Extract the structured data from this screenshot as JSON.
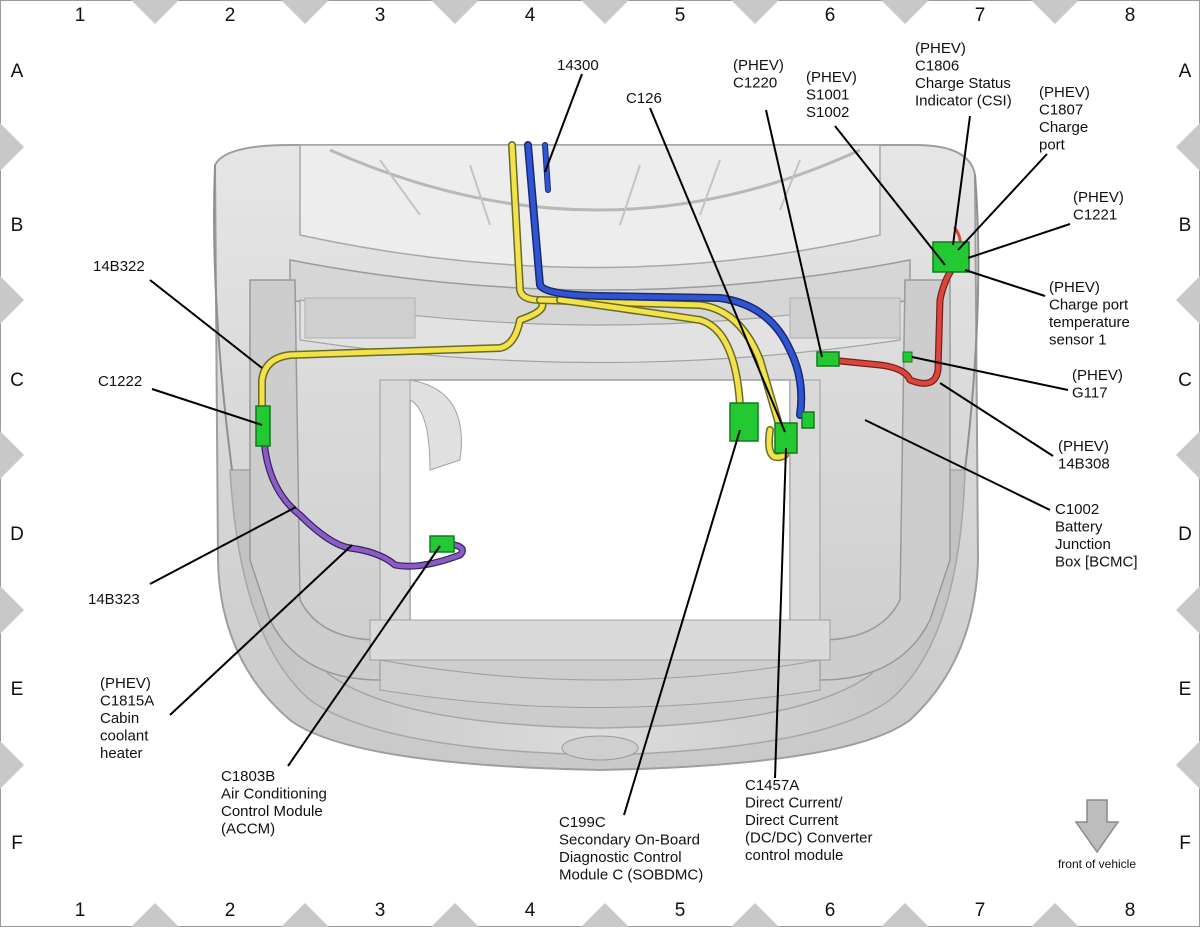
{
  "grid": {
    "columns": [
      "1",
      "2",
      "3",
      "4",
      "5",
      "6",
      "7",
      "8"
    ],
    "rows": [
      "A",
      "B",
      "C",
      "D",
      "E",
      "F"
    ]
  },
  "callouts": [
    {
      "id": "14300",
      "lines": [
        "14300"
      ]
    },
    {
      "id": "C126",
      "lines": [
        "C126"
      ]
    },
    {
      "id": "C1220",
      "lines": [
        "(PHEV)",
        "C1220"
      ]
    },
    {
      "id": "S1001",
      "lines": [
        "(PHEV)",
        "S1001",
        "S1002"
      ]
    },
    {
      "id": "C1806",
      "lines": [
        "(PHEV)",
        "C1806",
        "Charge Status",
        "Indicator (CSI)"
      ]
    },
    {
      "id": "C1807",
      "lines": [
        "(PHEV)",
        "C1807",
        "Charge",
        "port"
      ]
    },
    {
      "id": "C1221",
      "lines": [
        "(PHEV)",
        "C1221"
      ]
    },
    {
      "id": "temp-sensor",
      "lines": [
        "(PHEV)",
        "Charge port",
        "temperature",
        "sensor 1"
      ]
    },
    {
      "id": "G117",
      "lines": [
        "(PHEV)",
        "G117"
      ]
    },
    {
      "id": "14B308",
      "lines": [
        "(PHEV)",
        "14B308"
      ]
    },
    {
      "id": "C1002",
      "lines": [
        "C1002",
        "Battery",
        "Junction",
        "Box [BCMC]"
      ]
    },
    {
      "id": "14B322",
      "lines": [
        "14B322"
      ]
    },
    {
      "id": "C1222",
      "lines": [
        "C1222"
      ]
    },
    {
      "id": "14B323",
      "lines": [
        "14B323"
      ]
    },
    {
      "id": "C1815A",
      "lines": [
        "(PHEV)",
        "C1815A",
        "Cabin",
        "coolant",
        "heater"
      ]
    },
    {
      "id": "C1803B",
      "lines": [
        "C1803B",
        "Air Conditioning",
        "Control Module",
        "(ACCM)"
      ]
    },
    {
      "id": "C199C",
      "lines": [
        "C199C",
        "Secondary On-Board",
        "Diagnostic Control",
        "Module C (SOBDMC)"
      ]
    },
    {
      "id": "C1457A",
      "lines": [
        "C1457A",
        "Direct Current/",
        "Direct Current",
        "(DC/DC) Converter",
        "control module"
      ]
    }
  ],
  "front_of_vehicle": "front of vehicle",
  "colors": {
    "harness_yellow": "#f2e34a",
    "harness_blue": "#2f55d4",
    "harness_red": "#d9463e",
    "harness_purple": "#8a5cc7",
    "connector_green": "#22c932",
    "body_gray": "#d4d4d4",
    "frame_gray": "#b3b3b3",
    "arrow_gray": "#bdbdbd"
  }
}
